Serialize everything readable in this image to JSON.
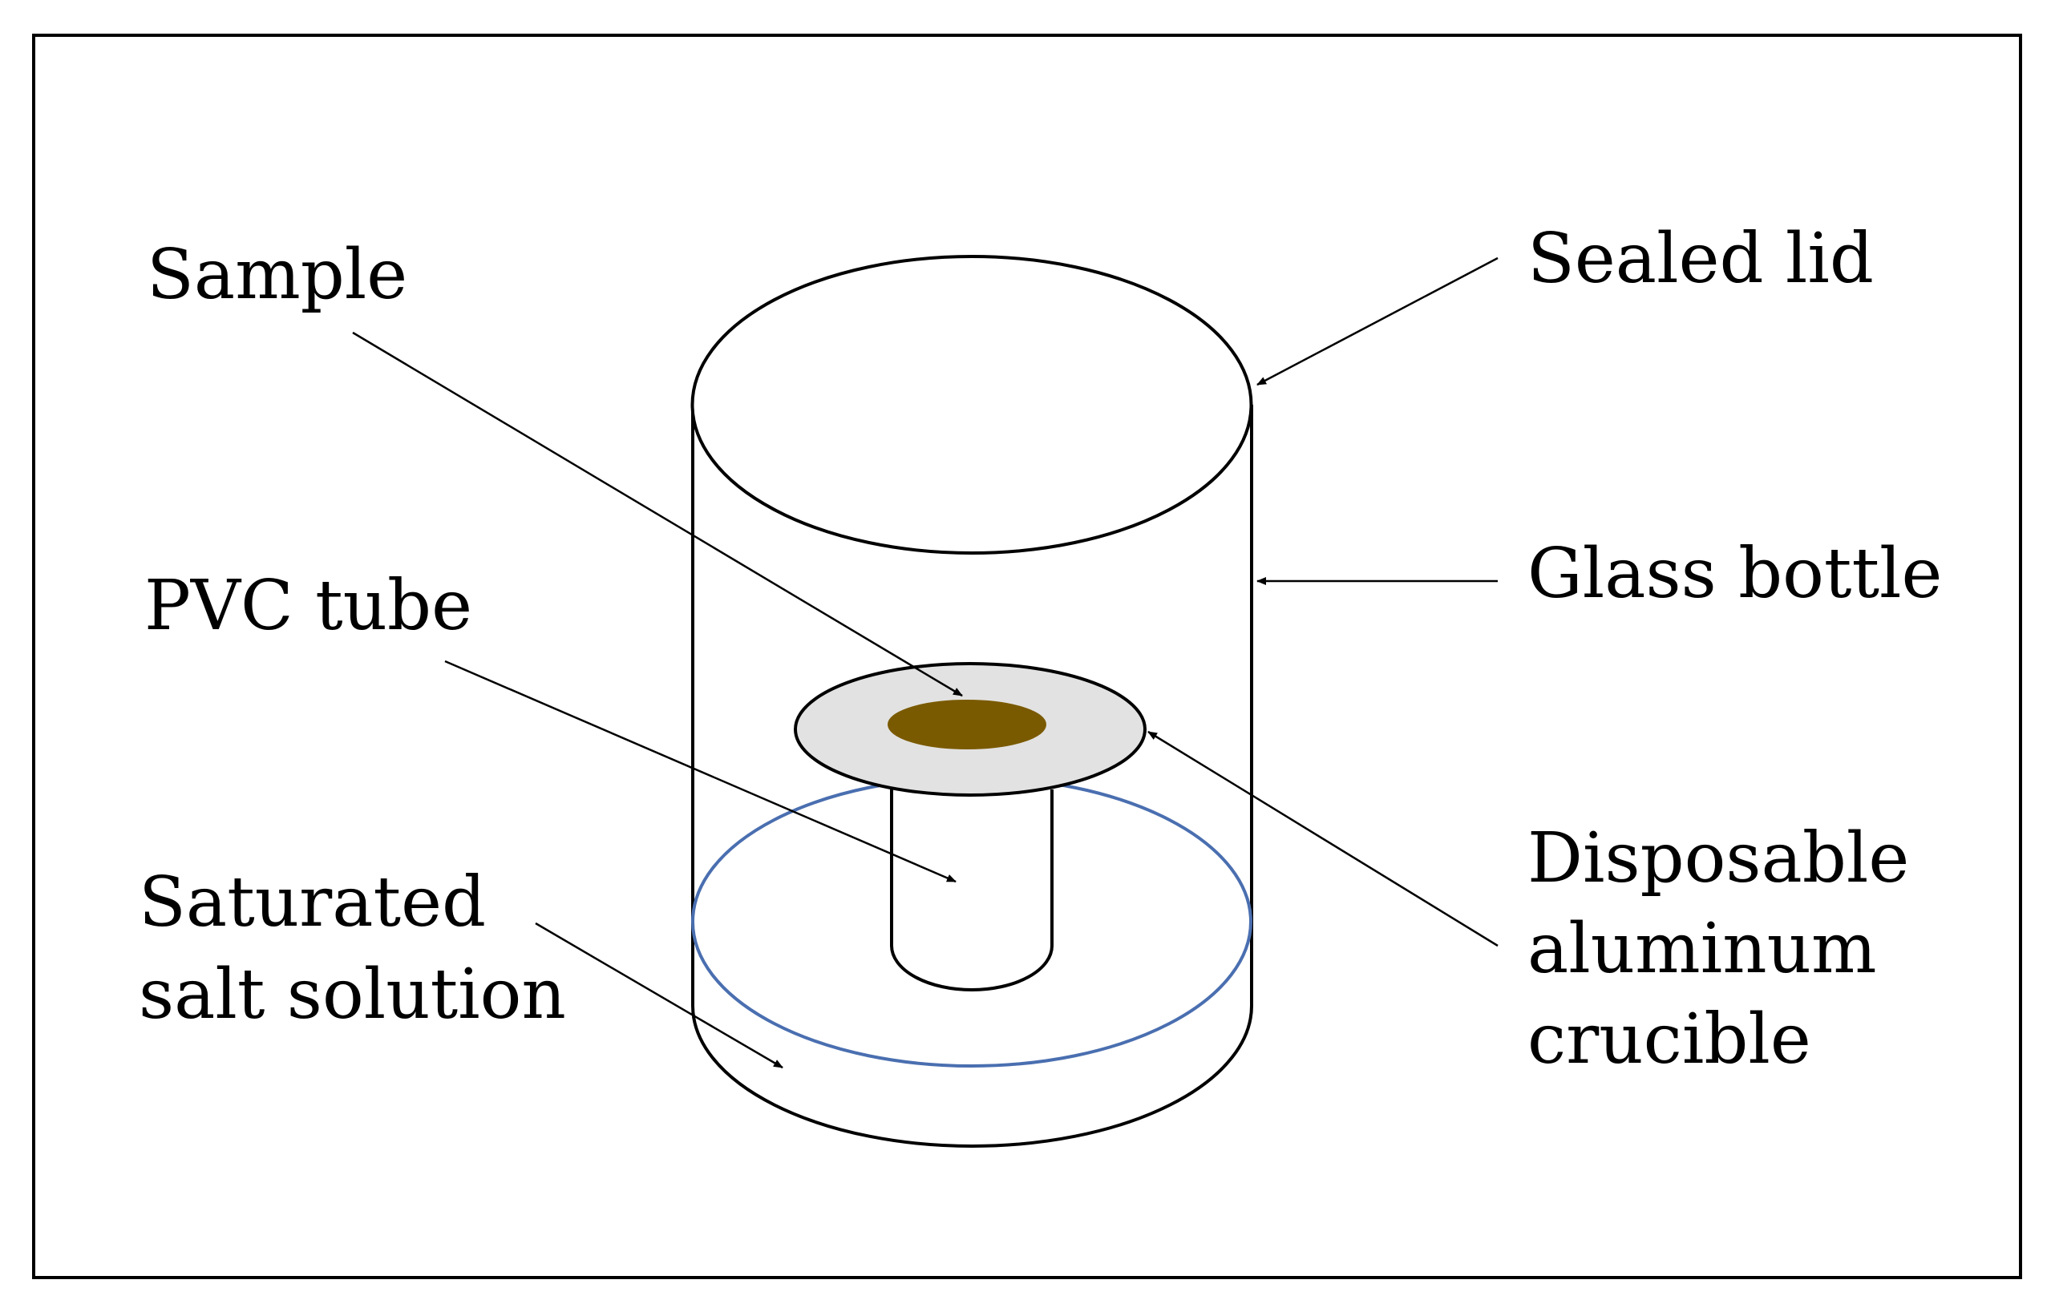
{
  "labels": {
    "sample": "Sample",
    "pvc_tube": "PVC tube",
    "salt_solution_line1": "Saturated",
    "salt_solution_line2": "salt solution",
    "sealed_lid": "Sealed lid",
    "glass_bottle": "Glass bottle",
    "crucible_line1": "Disposable",
    "crucible_line2": "aluminum",
    "crucible_line3": "crucible"
  },
  "colors": {
    "outline": "#000000",
    "solution_surface": "#4a6fb0",
    "crucible_fill": "#e2e2e2",
    "sample_fill": "#7a5a00",
    "background": "#ffffff"
  }
}
